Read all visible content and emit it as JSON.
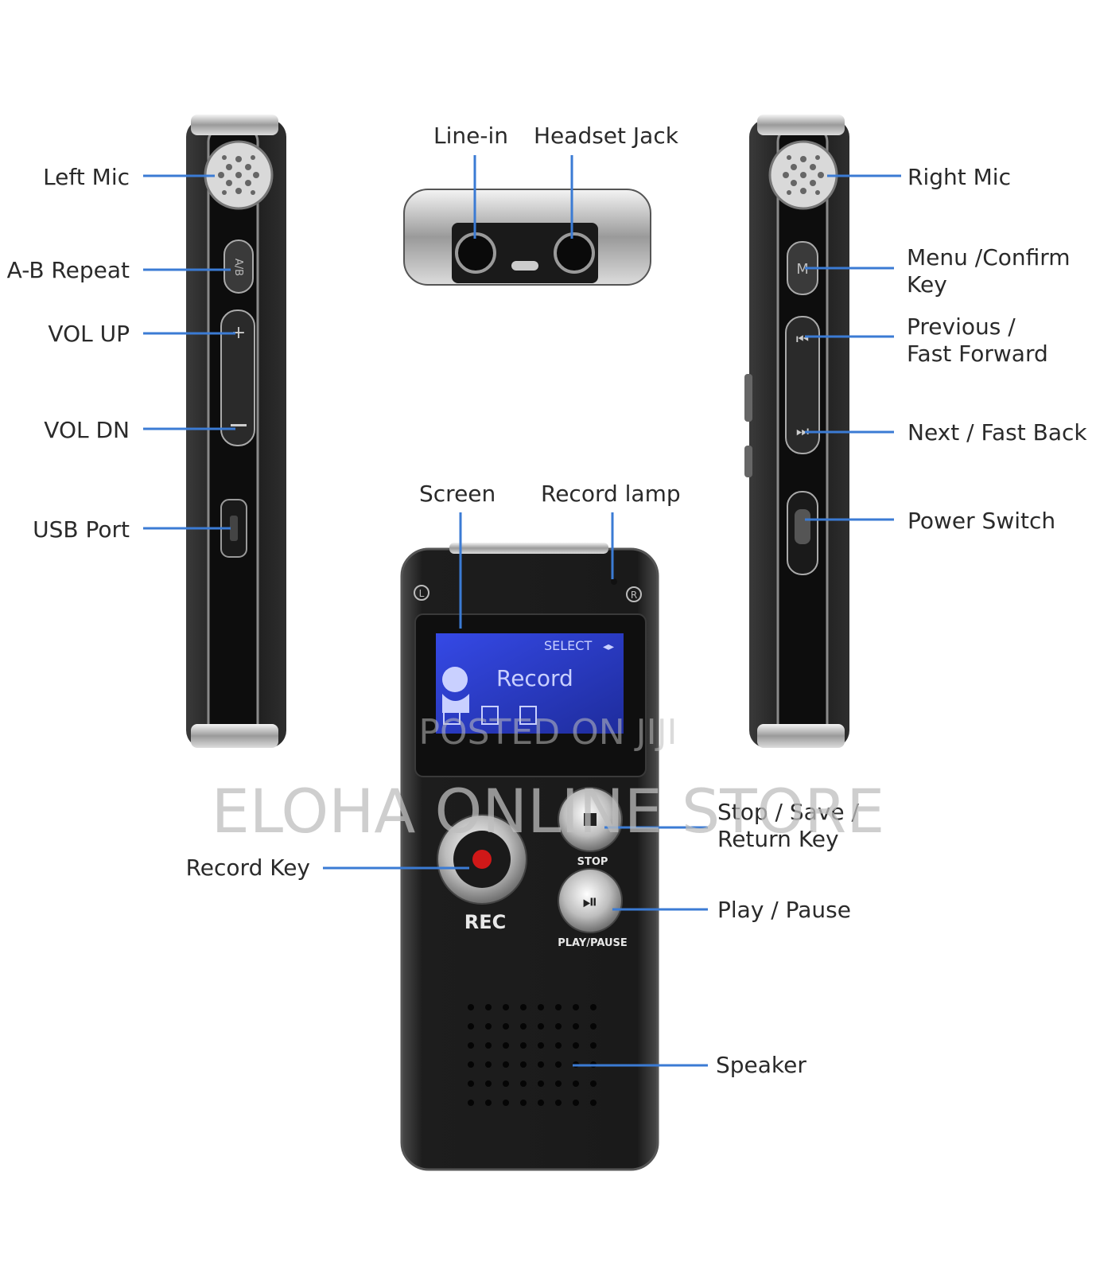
{
  "callouts": {
    "left_mic": "Left Mic",
    "ab_repeat": "A-B Repeat",
    "vol_up": "VOL UP",
    "vol_dn": "VOL DN",
    "usb_port": "USB Port",
    "line_in": "Line-in",
    "headset_jack": "Headset Jack",
    "right_mic": "Right Mic",
    "menu_confirm_1": "Menu /Confirm",
    "menu_confirm_2": "Key",
    "previous_1": "Previous /",
    "previous_2": "Fast Forward",
    "next": "Next / Fast Back",
    "power_switch": "Power Switch",
    "screen": "Screen",
    "record_lamp": "Record lamp",
    "record_key": "Record Key",
    "stop_1": "Stop / Save /",
    "stop_2": "Return Key",
    "play_pause": "Play / Pause",
    "speaker": "Speaker"
  },
  "device": {
    "lcd_select": "SELECT",
    "lcd_mode": "Record",
    "rec_label": "REC",
    "stop_label": "STOP",
    "play_label": "PLAY/PAUSE",
    "side_ab": "A/B",
    "side_m": "M",
    "corner_left": "L",
    "corner_right": "R"
  },
  "watermarks": {
    "posted": "POSTED ON JIJI",
    "store": "ELOHA ONLINE STORE"
  },
  "colors": {
    "leader": "#3b7bd4",
    "body": "#222222",
    "lcd": "#2c3fd8",
    "record_dot": "#d01818"
  }
}
